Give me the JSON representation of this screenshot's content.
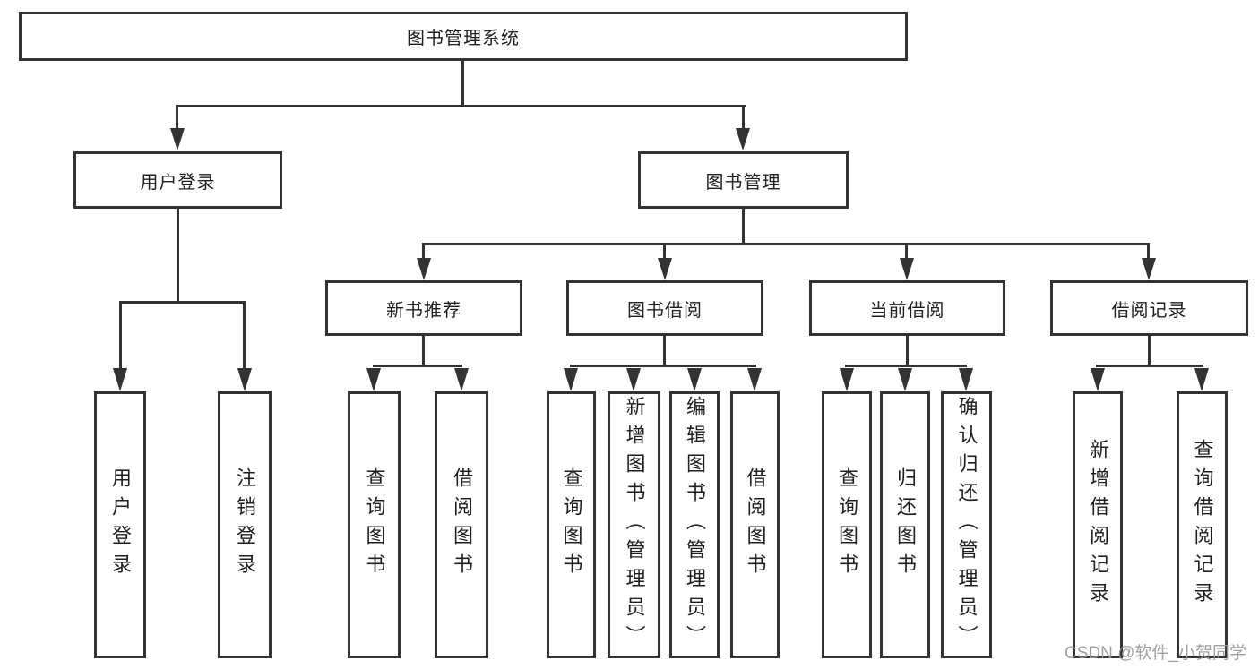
{
  "diagram": {
    "title": "图书管理系统",
    "tree": {
      "label": "图书管理系统",
      "children": [
        {
          "label": "用户登录",
          "children": [
            {
              "label": "用户登录"
            },
            {
              "label": "注销登录"
            }
          ]
        },
        {
          "label": "图书管理",
          "children": [
            {
              "label": "新书推荐",
              "children": [
                {
                  "label": "查询图书"
                },
                {
                  "label": "借阅图书"
                }
              ]
            },
            {
              "label": "图书借阅",
              "children": [
                {
                  "label": "查询图书"
                },
                {
                  "label": "新增图书（管理员）"
                },
                {
                  "label": "编辑图书（管理员）"
                },
                {
                  "label": "借阅图书"
                }
              ]
            },
            {
              "label": "当前借阅",
              "children": [
                {
                  "label": "查询图书"
                },
                {
                  "label": "归还图书"
                },
                {
                  "label": "确认归还（管理员）"
                }
              ]
            },
            {
              "label": "借阅记录",
              "children": [
                {
                  "label": "新增借阅记录"
                },
                {
                  "label": "查询借阅记录"
                }
              ]
            }
          ]
        }
      ]
    },
    "colors": {
      "line": "#333333",
      "text": "#1f1f1f",
      "background": "#ffffff",
      "watermark": "#969696"
    }
  },
  "watermark": {
    "text": "CSDN @软件_小贺同学"
  }
}
